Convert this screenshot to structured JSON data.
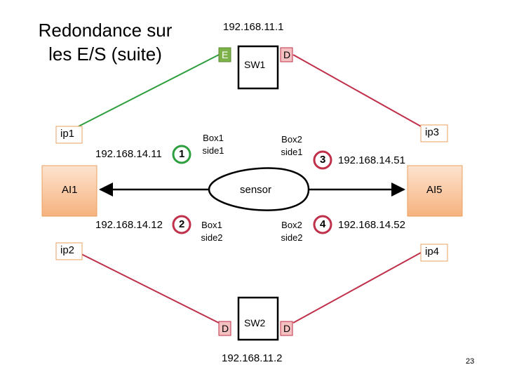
{
  "title": "Redondance sur\nles E/S (suite)",
  "page_number": "23",
  "switches": {
    "sw1": {
      "name": "SW1",
      "ip": "192.168.11.1",
      "left_port": "E",
      "right_port": "D"
    },
    "sw2": {
      "name": "SW2",
      "ip": "192.168.11.2",
      "left_port": "D",
      "right_port": "D"
    }
  },
  "nodes": {
    "ai1": {
      "label": "AI1",
      "ip_top": "ip1",
      "ip_bottom": "ip2"
    },
    "ai5": {
      "label": "AI5",
      "ip_top": "ip3",
      "ip_bottom": "ip4"
    }
  },
  "sensor": {
    "label": "sensor"
  },
  "boxes": {
    "box1_side1": "Box1\nside1",
    "box2_side1": "Box2\nside1",
    "box1_side2": "Box1\nside2",
    "box2_side2": "Box2\nside2"
  },
  "connections": {
    "c1": {
      "number": "1",
      "ip": "192.168.14.11"
    },
    "c2": {
      "number": "2",
      "ip": "192.168.14.12"
    },
    "c3": {
      "number": "3",
      "ip": "192.168.14.51"
    },
    "c4": {
      "number": "4",
      "ip": "192.168.14.52"
    }
  },
  "colors": {
    "green_link": "#2e9e3e",
    "red_link": "#c0304a",
    "orange_border": "#e8a060",
    "node_fill": "#f9c9a4",
    "port_green": "#7db24a",
    "port_pink": "#f4c0c0"
  }
}
